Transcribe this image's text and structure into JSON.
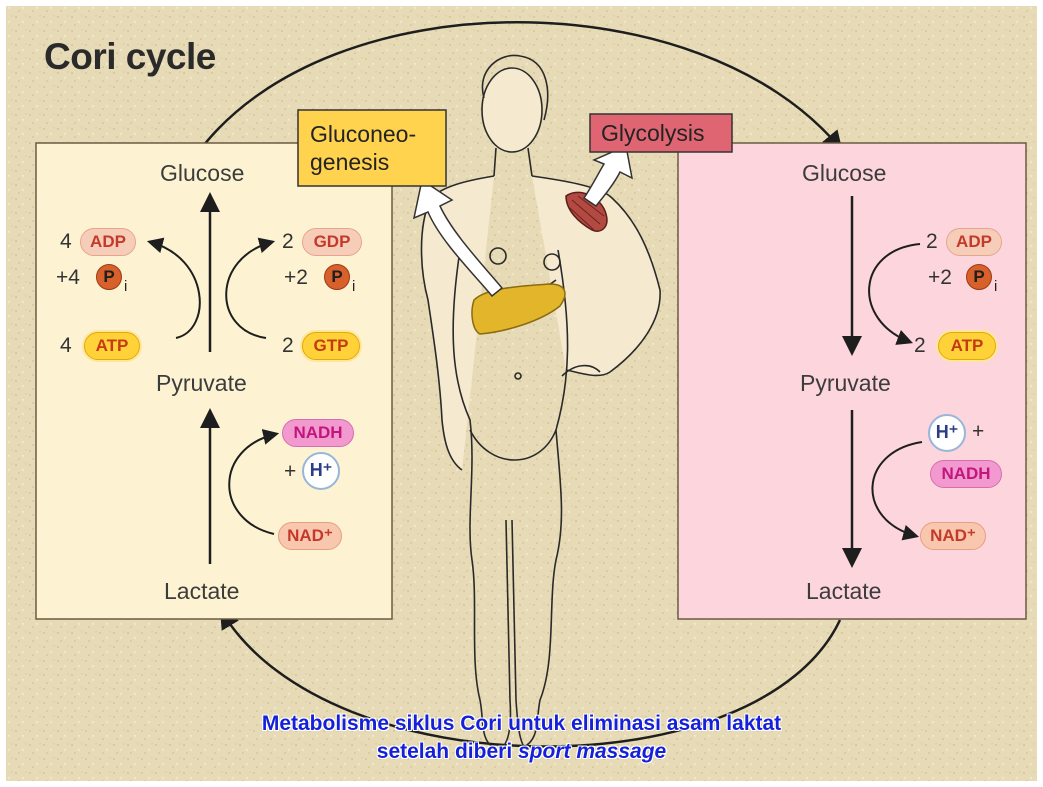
{
  "title": "Cori cycle",
  "left_panel": {
    "glucose": "Glucose",
    "pyruvate": "Pyruvate",
    "lactate": "Lactate",
    "adp_coef": "4",
    "adp": "ADP",
    "pi_coef": "+4",
    "pi": "P",
    "pi_sub": "i",
    "atp_coef": "4",
    "atp": "ATP",
    "gdp_coef": "2",
    "gdp": "GDP",
    "pi2_coef": "+2",
    "gtp_coef": "2",
    "gtp": "GTP",
    "nadh": "NADH",
    "h_plus_prefix": "+",
    "h_plus": "H⁺",
    "nad": "NAD⁺"
  },
  "right_panel": {
    "glucose": "Glucose",
    "pyruvate": "Pyruvate",
    "lactate": "Lactate",
    "adp_coef": "2",
    "adp": "ADP",
    "pi_coef": "+2",
    "pi": "P",
    "pi_sub": "i",
    "atp_coef": "2",
    "atp": "ATP",
    "h_plus": "H⁺",
    "h_plus_suffix": "+",
    "nadh": "NADH",
    "nad": "NAD⁺"
  },
  "labels": {
    "gluconeogenesis_line1": "Gluconeo-",
    "gluconeogenesis_line2": "genesis",
    "glycolysis": "Glycolysis"
  },
  "caption": {
    "line1": "Metabolisme  siklus Cori untuk eliminasi asam laktat",
    "line2_prefix": "setelah diberi ",
    "line2_italic": "sport massage"
  },
  "colors": {
    "background": "#e8dcb9",
    "left_panel": "#fdf3d2",
    "right_panel": "#fcd6dc",
    "gluconeogenesis_box": "#ffd34e",
    "glycolysis_box": "#e06573",
    "liver": "#e3b52b",
    "muscle": "#b24a42",
    "caption": "#1521d8"
  }
}
